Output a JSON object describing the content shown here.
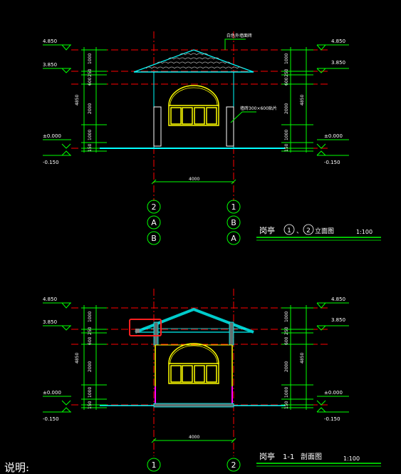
{
  "drawing": {
    "elevation": {
      "levels": {
        "top": "4.850",
        "eave": "3.850",
        "zero": "±0.000",
        "base": "-0.150"
      },
      "dims_left": [
        "1000",
        "250",
        "600",
        "2000",
        "1000",
        "150"
      ],
      "dim_total": "4850",
      "dims_right": [
        "1000",
        "250",
        "600",
        "2000",
        "1000",
        "150"
      ],
      "width_dim": "4000",
      "note_wall": "白色外墙面砖",
      "note_tile": "墙砖300×600贴片",
      "axes_left": [
        "2",
        "A",
        "B"
      ],
      "axes_right": [
        "1",
        "B",
        "A"
      ],
      "title_name": "岗亭",
      "title_ax1": "1",
      "title_sep": "、",
      "title_ax2": "2",
      "title_suffix": "立面图",
      "scale": "1:100"
    },
    "section": {
      "levels": {
        "top": "4.850",
        "eave": "3.850",
        "zero": "±0.000",
        "base": "-0.150"
      },
      "dims_left": [
        "1000",
        "250",
        "600",
        "2000",
        "1000",
        "150"
      ],
      "dim_total": "4850",
      "width_dim": "4000",
      "axes": [
        "1",
        "2"
      ],
      "title_name": "岗亭",
      "title_cut": "1-1",
      "title_suffix": "剖面图",
      "scale": "1:100"
    },
    "notes_label": "说明:"
  },
  "colors": {
    "dim": "#00ff00",
    "axis": "#ff0000",
    "wall": "#00ffff",
    "window": "#ffff00",
    "highlight": "#ff2020",
    "magenta": "#ff00ff"
  }
}
